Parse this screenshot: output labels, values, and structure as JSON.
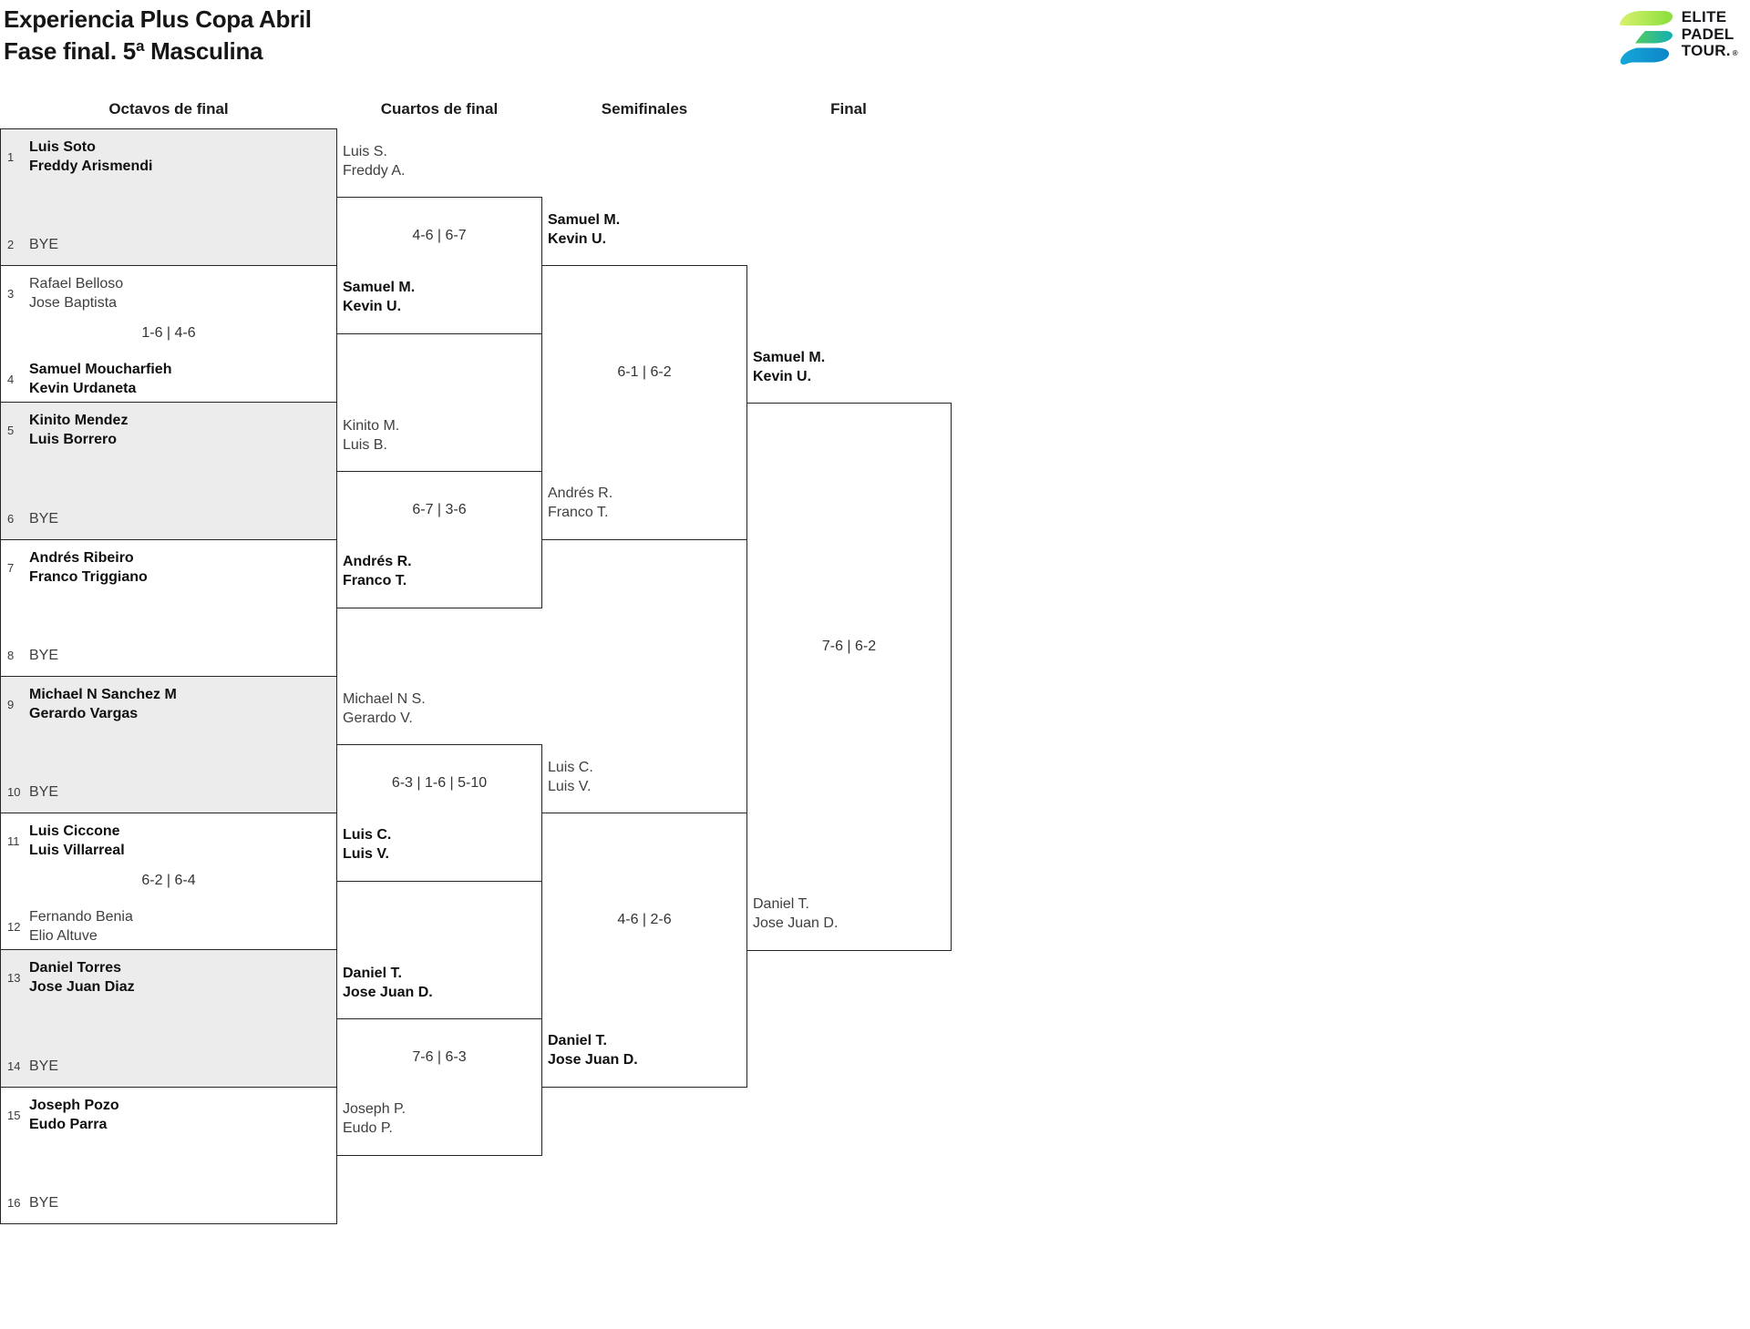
{
  "header": {
    "title_line1": "Experiencia Plus Copa Abril",
    "title_line2": "Fase final. 5ª Masculina"
  },
  "logo": {
    "name": "Elite Padel Tour",
    "word1": "ELITE",
    "word2": "PADEL",
    "word3": "TOUR.",
    "registered": "®",
    "colors": {
      "leaf_light": "#d8f26d",
      "leaf_green": "#8ade3d",
      "mid_green": "#52ca62",
      "mid_teal": "#14b0b2",
      "bottom_blue_light": "#15a7d8",
      "bottom_blue": "#0c86c8"
    }
  },
  "colors": {
    "box_border": "#252525",
    "shaded_box_fill": "#ececec",
    "winner_text": "#0f0f0f",
    "regular_text": "#3f3f3f"
  },
  "bracket": {
    "rounds": [
      {
        "name": "Octavos de final",
        "matches": [
          {
            "top": {
              "seed": "1",
              "name1": "Luis Soto",
              "name2": "Freddy Arismendi",
              "winner": true
            },
            "bottom": {
              "seed": "2",
              "name1": "BYE",
              "name2": "",
              "winner": false,
              "bye": true
            },
            "score": "",
            "shaded": true
          },
          {
            "top": {
              "seed": "3",
              "name1": "Rafael Belloso",
              "name2": "Jose Baptista",
              "winner": false
            },
            "bottom": {
              "seed": "4",
              "name1": "Samuel Moucharfieh",
              "name2": "Kevin Urdaneta",
              "winner": true,
              "bye": false
            },
            "score": "1-6 | 4-6",
            "shaded": false
          },
          {
            "top": {
              "seed": "5",
              "name1": "Kinito Mendez",
              "name2": "Luis Borrero",
              "winner": true
            },
            "bottom": {
              "seed": "6",
              "name1": "BYE",
              "name2": "",
              "winner": false,
              "bye": true
            },
            "score": "",
            "shaded": true
          },
          {
            "top": {
              "seed": "7",
              "name1": "Andrés Ribeiro",
              "name2": "Franco Triggiano",
              "winner": true
            },
            "bottom": {
              "seed": "8",
              "name1": "BYE",
              "name2": "",
              "winner": false,
              "bye": true
            },
            "score": "",
            "shaded": false
          },
          {
            "top": {
              "seed": "9",
              "name1": "Michael N Sanchez M",
              "name2": "Gerardo Vargas",
              "winner": true
            },
            "bottom": {
              "seed": "10",
              "name1": "BYE",
              "name2": "",
              "winner": false,
              "bye": true
            },
            "score": "",
            "shaded": true
          },
          {
            "top": {
              "seed": "11",
              "name1": "Luis Ciccone",
              "name2": "Luis Villarreal",
              "winner": true
            },
            "bottom": {
              "seed": "12",
              "name1": "Fernando Benia",
              "name2": "Elio Altuve",
              "winner": false,
              "bye": false
            },
            "score": "6-2 | 6-4",
            "shaded": false
          },
          {
            "top": {
              "seed": "13",
              "name1": "Daniel Torres",
              "name2": "Jose Juan Diaz",
              "winner": true
            },
            "bottom": {
              "seed": "14",
              "name1": "BYE",
              "name2": "",
              "winner": false,
              "bye": true
            },
            "score": "",
            "shaded": true
          },
          {
            "top": {
              "seed": "15",
              "name1": "Joseph Pozo",
              "name2": "Eudo Parra",
              "winner": true
            },
            "bottom": {
              "seed": "16",
              "name1": "BYE",
              "name2": "",
              "winner": false,
              "bye": true
            },
            "score": "",
            "shaded": false
          }
        ]
      },
      {
        "name": "Cuartos de final",
        "matches": [
          {
            "top": {
              "name1": "Luis S.",
              "name2": "Freddy A.",
              "winner": false
            },
            "bottom": {
              "name1": "Samuel M.",
              "name2": "Kevin U.",
              "winner": true
            },
            "score": "4-6 | 6-7"
          },
          {
            "top": {
              "name1": "Kinito M.",
              "name2": "Luis B.",
              "winner": false
            },
            "bottom": {
              "name1": "Andrés R.",
              "name2": "Franco T.",
              "winner": true
            },
            "score": "6-7 | 3-6"
          },
          {
            "top": {
              "name1": "Michael N S.",
              "name2": "Gerardo V.",
              "winner": false
            },
            "bottom": {
              "name1": "Luis C.",
              "name2": "Luis V.",
              "winner": true
            },
            "score": "6-3 | 1-6 | 5-10"
          },
          {
            "top": {
              "name1": "Daniel T.",
              "name2": "Jose Juan D.",
              "winner": true
            },
            "bottom": {
              "name1": "Joseph P.",
              "name2": "Eudo P.",
              "winner": false
            },
            "score": "7-6 | 6-3"
          }
        ]
      },
      {
        "name": "Semifinales",
        "matches": [
          {
            "top": {
              "name1": "Samuel M.",
              "name2": "Kevin U.",
              "winner": true
            },
            "bottom": {
              "name1": "Andrés R.",
              "name2": "Franco T.",
              "winner": false
            },
            "score": "6-1 | 6-2"
          },
          {
            "top": {
              "name1": "Luis C.",
              "name2": "Luis V.",
              "winner": false
            },
            "bottom": {
              "name1": "Daniel T.",
              "name2": "Jose Juan D.",
              "winner": true
            },
            "score": "4-6 | 2-6"
          }
        ]
      },
      {
        "name": "Final",
        "matches": [
          {
            "top": {
              "name1": "Samuel M.",
              "name2": "Kevin U.",
              "winner": true
            },
            "bottom": {
              "name1": "Daniel T.",
              "name2": "Jose Juan D.",
              "winner": false
            },
            "score": "7-6 | 6-2"
          }
        ]
      }
    ]
  }
}
